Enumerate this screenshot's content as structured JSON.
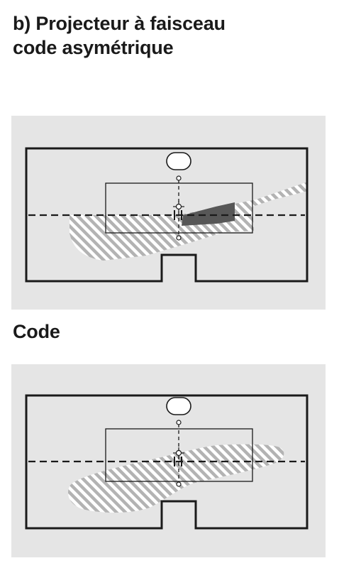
{
  "title": {
    "line1": "b) Projecteur à faisceau",
    "line2": "code asymétrique"
  },
  "section_label": "Code",
  "colors": {
    "panel_background": "#e5e5e5",
    "outline": "#1a1a1a",
    "hatch_fill": "#b3b3b3",
    "dark_zone": "#575757"
  },
  "icons": {
    "headlamp": "rounded-rectangle",
    "aim_point": "crosshair-circle",
    "reference_line": "dashed-line",
    "beam_pattern": "hatched-area"
  }
}
